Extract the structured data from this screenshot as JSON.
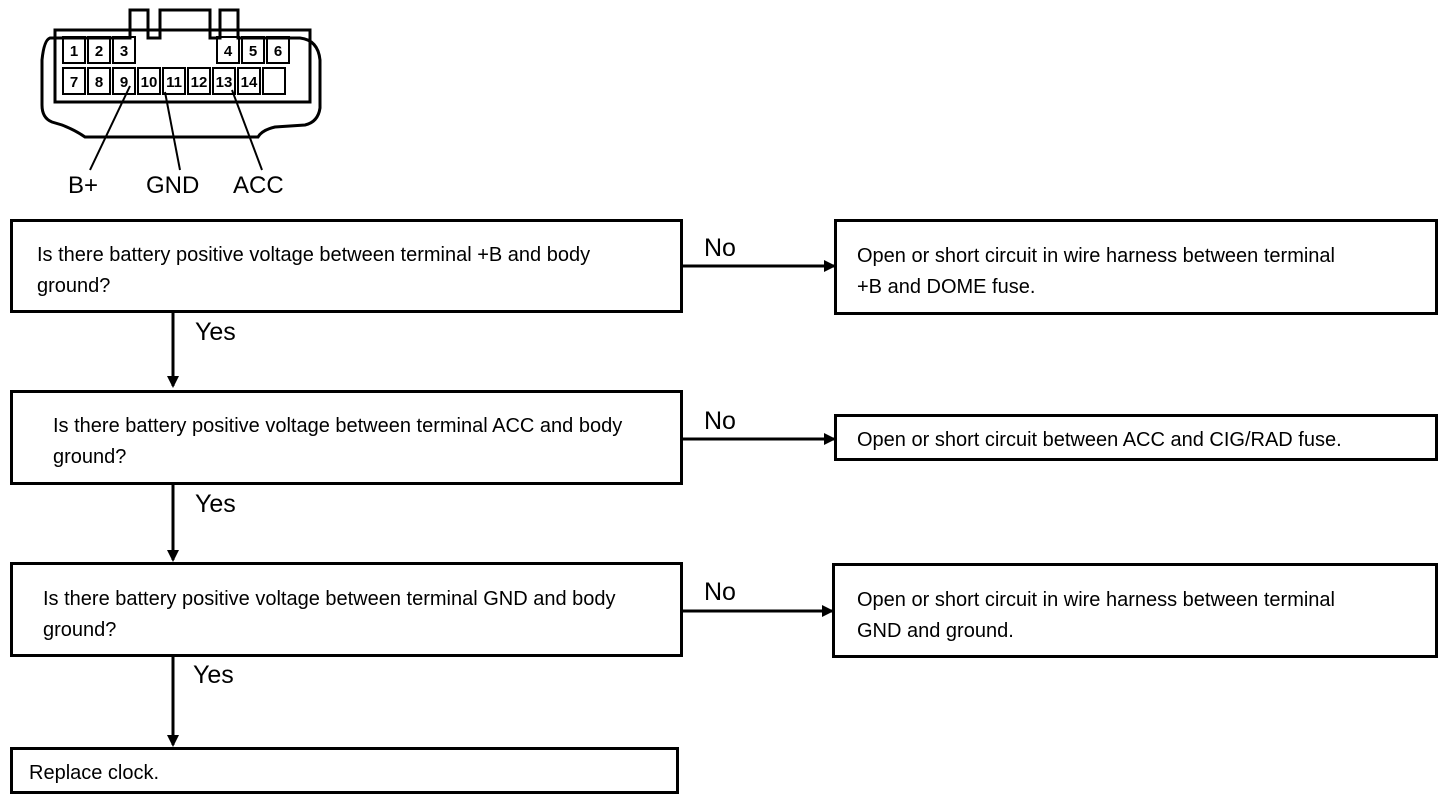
{
  "connector": {
    "pins": [
      "1",
      "2",
      "3",
      "4",
      "5",
      "6",
      "7",
      "8",
      "9",
      "10",
      "11",
      "12",
      "13",
      "14"
    ],
    "labels": {
      "b_plus": "B+",
      "gnd": "GND",
      "acc": "ACC"
    }
  },
  "steps": [
    {
      "question": "Is there battery positive voltage between terminal +B and body\nground?",
      "no_result": "Open or short circuit in wire harness between terminal\n+B and DOME fuse."
    },
    {
      "question": "Is there battery positive voltage between terminal ACC and body\nground?",
      "no_result": "Open or short circuit between ACC and CIG/RAD fuse."
    },
    {
      "question": "Is there battery positive voltage between terminal GND and body\nground?",
      "no_result": "Open or short circuit in wire harness between terminal\nGND and ground."
    }
  ],
  "branch_labels": {
    "yes": "Yes",
    "no": "No"
  },
  "final": "Replace clock."
}
